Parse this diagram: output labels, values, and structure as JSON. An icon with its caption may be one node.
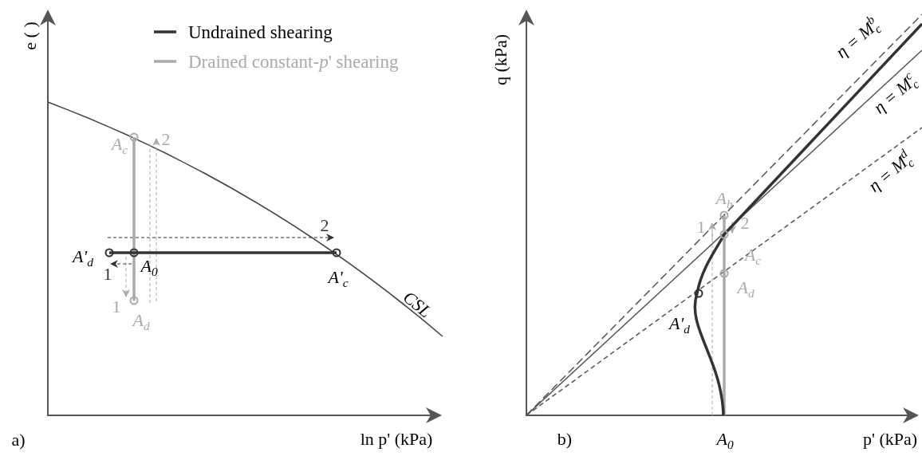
{
  "diagram": {
    "labels": [
      "e ( )",
      "A$_{c}$",
      "2",
      "2",
      "A'$_{d}$",
      "1",
      "A$_{0}$",
      "A'$_{c}$",
      "1",
      "A$_{d}$",
      "CSL",
      "a)",
      "ln p' (kPa)",
      "q (kPa)",
      "η = M$_{c}$$^{b}$",
      "η = M$_{c}$$^{c}$",
      "η = M$_{c}$$^{d}$",
      "A$_{b}$",
      "1",
      "2",
      "A$_{c}$",
      "A$_{d}$",
      "A'$_{d}$",
      "b)",
      "A$_{0}$",
      "p' (kPa)"
    ],
    "legend": [
      {
        "text": "Undrained shearing"
      },
      {
        "text": "Drained constant-*p*' shearing"
      }
    ]
  }
}
